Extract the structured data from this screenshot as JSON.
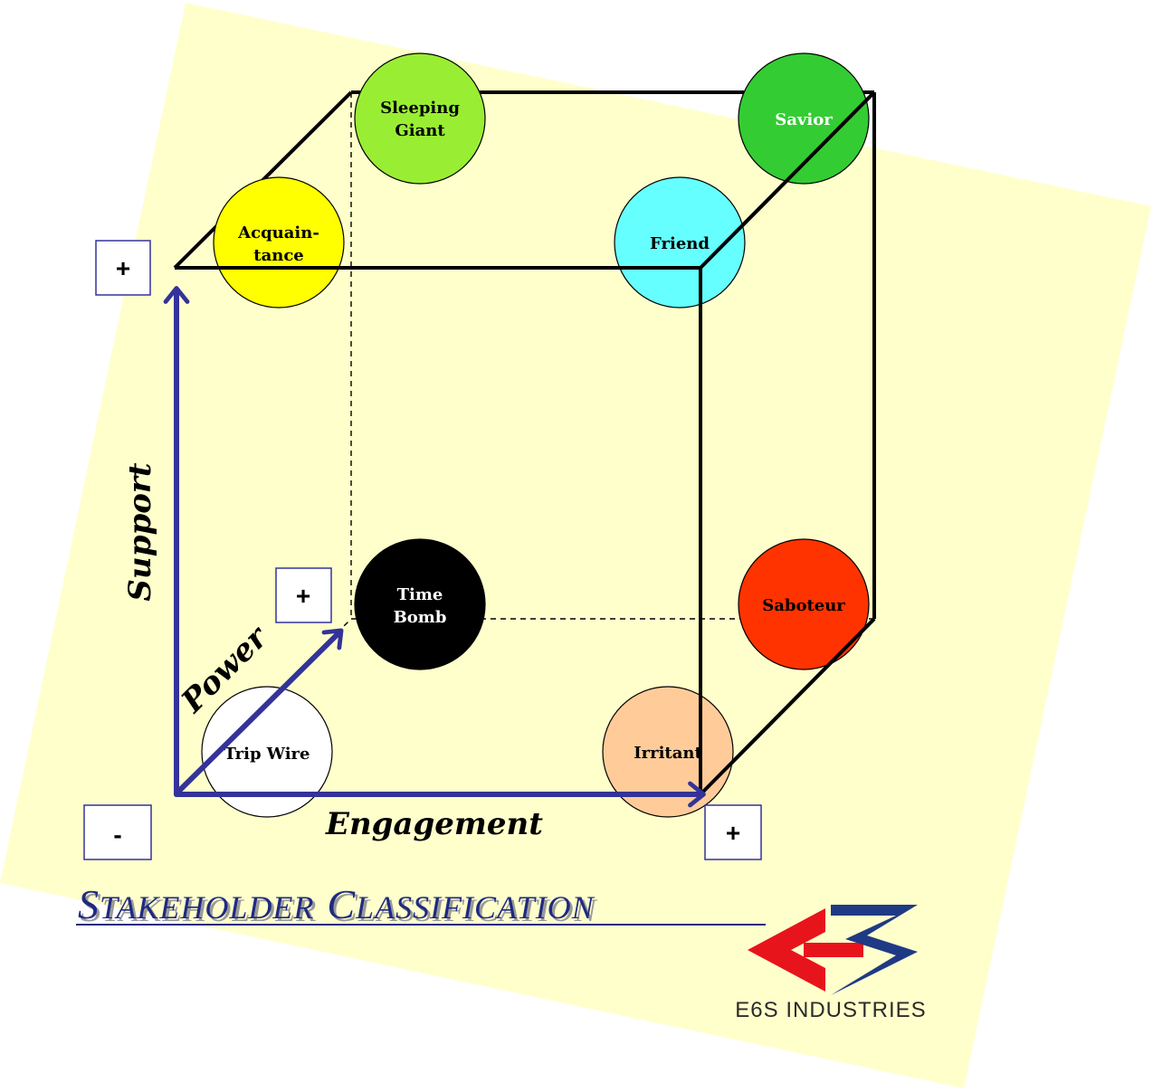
{
  "colors": {
    "background_card": "#FFFFCC",
    "cube_edge": "#000000",
    "axis": "#333399",
    "title": "#1F2A80",
    "brand_red": "#E8141B",
    "brand_blue": "#1F3A85"
  },
  "axes": {
    "support_label": "Support",
    "power_label": "Power",
    "engagement_label": "Engagement",
    "origin_sign": "-",
    "support_sign": "+",
    "power_sign": "+",
    "engagement_sign": "+"
  },
  "stakeholders": [
    {
      "id": "trip-wire",
      "line1": "Trip Wire",
      "line2": "",
      "color": "#FFFFFF"
    },
    {
      "id": "irritant",
      "line1": "Irritant",
      "line2": "",
      "color": "#FFCC99"
    },
    {
      "id": "time-bomb",
      "line1": "Time",
      "line2": "Bomb",
      "color": "#000000",
      "text_color": "#FFFFFF"
    },
    {
      "id": "saboteur",
      "line1": "Saboteur",
      "line2": "",
      "color": "#FF3300"
    },
    {
      "id": "acquaintance",
      "line1": "Acquain-",
      "line2": "tance",
      "color": "#FFFF00"
    },
    {
      "id": "friend",
      "line1": "Friend",
      "line2": "",
      "color": "#66FFFF"
    },
    {
      "id": "sleeping-giant",
      "line1": "Sleeping",
      "line2": "Giant",
      "color": "#99EE33"
    },
    {
      "id": "savior",
      "line1": "Savior",
      "line2": "",
      "color": "#33CC33",
      "text_color": "#FFFFFF"
    }
  ],
  "title": {
    "first_initial": "S",
    "first_rest": "TAKEHOLDER",
    "second_initial": "C",
    "second_rest": "LASSIFICATION"
  },
  "brand": {
    "name": "E6S INDUSTRIES",
    "logo_icon": "e6s-logo-icon"
  }
}
